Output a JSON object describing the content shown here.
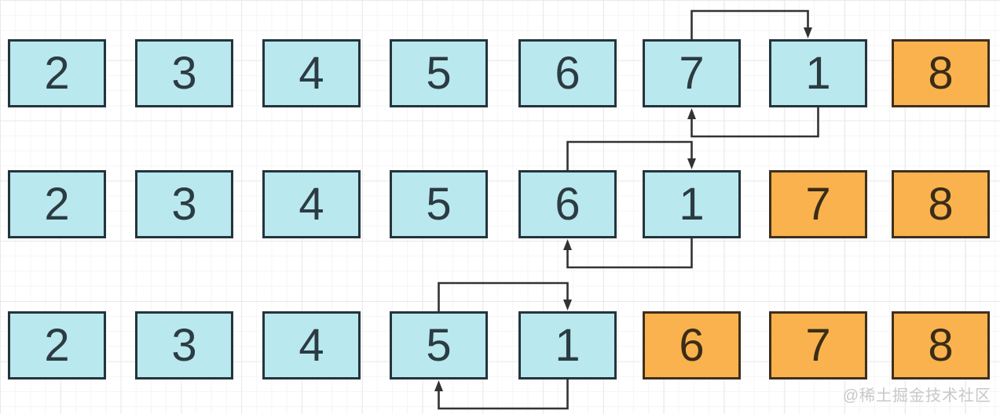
{
  "watermark": {
    "text": "@稀土掘金技术社区"
  },
  "palette": {
    "unsorted_fill": "#b9e8ee",
    "unsorted_border": "#24343c",
    "unsorted_text": "#2c3b42",
    "sorted_fill": "#f9b24d",
    "sorted_border": "#3e2f1e",
    "sorted_text": "#3a2c18",
    "arrow": "#333333"
  },
  "diagram": {
    "type": "bubble-sort-swap-steps",
    "rows": [
      {
        "cells": [
          {
            "value": "2",
            "state": "unsorted"
          },
          {
            "value": "3",
            "state": "unsorted"
          },
          {
            "value": "4",
            "state": "unsorted"
          },
          {
            "value": "5",
            "state": "unsorted"
          },
          {
            "value": "6",
            "state": "unsorted"
          },
          {
            "value": "7",
            "state": "unsorted"
          },
          {
            "value": "1",
            "state": "unsorted"
          },
          {
            "value": "8",
            "state": "sorted"
          }
        ],
        "swap": {
          "a": 5,
          "b": 6,
          "swapped_values": [
            "7",
            "1"
          ]
        }
      },
      {
        "cells": [
          {
            "value": "2",
            "state": "unsorted"
          },
          {
            "value": "3",
            "state": "unsorted"
          },
          {
            "value": "4",
            "state": "unsorted"
          },
          {
            "value": "5",
            "state": "unsorted"
          },
          {
            "value": "6",
            "state": "unsorted"
          },
          {
            "value": "1",
            "state": "unsorted"
          },
          {
            "value": "7",
            "state": "sorted"
          },
          {
            "value": "8",
            "state": "sorted"
          }
        ],
        "swap": {
          "a": 4,
          "b": 5,
          "swapped_values": [
            "6",
            "1"
          ]
        }
      },
      {
        "cells": [
          {
            "value": "2",
            "state": "unsorted"
          },
          {
            "value": "3",
            "state": "unsorted"
          },
          {
            "value": "4",
            "state": "unsorted"
          },
          {
            "value": "5",
            "state": "unsorted"
          },
          {
            "value": "1",
            "state": "unsorted"
          },
          {
            "value": "6",
            "state": "sorted"
          },
          {
            "value": "7",
            "state": "sorted"
          },
          {
            "value": "8",
            "state": "sorted"
          }
        ],
        "swap": {
          "a": 3,
          "b": 4,
          "swapped_values": [
            "5",
            "1"
          ]
        }
      }
    ]
  }
}
